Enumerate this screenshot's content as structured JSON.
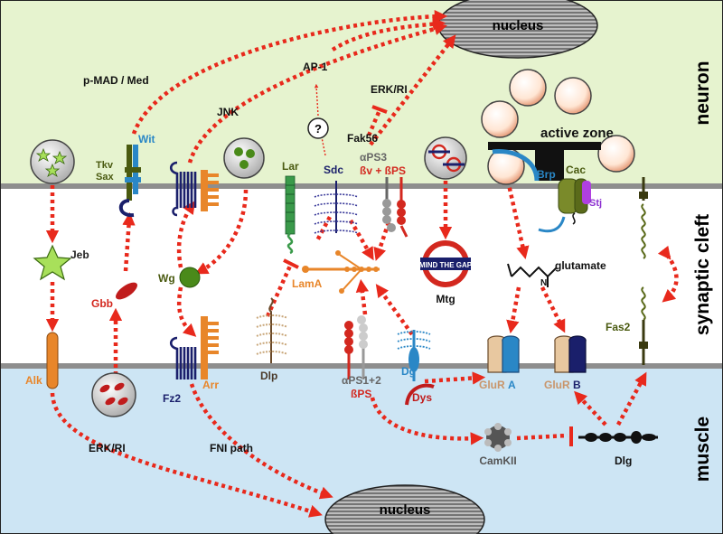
{
  "zones": {
    "neuron": "neuron",
    "cleft": "synaptic cleft",
    "muscle": "muscle"
  },
  "nucleus_top": "nucleus",
  "nucleus_bottom": "nucleus",
  "pathways": {
    "pmad": "p-MAD / Med",
    "jnk": "JNK",
    "ap1": "AP-1",
    "unknown": "?",
    "erk_top": "ERK/RI",
    "fak56": "Fak56",
    "erk_bottom": "ERK/RI",
    "fni": "FNI path"
  },
  "molecules": {
    "wit": "Wit",
    "tkv": "Tkv",
    "sax": "Sax",
    "jeb": "Jeb",
    "gbb": "Gbb",
    "alk": "Alk",
    "wg": "Wg",
    "fz2": "Fz2",
    "arr": "Arr",
    "lar": "Lar",
    "sdc": "Sdc",
    "lama": "LamA",
    "dlp": "Dlp",
    "aps3": "αPS3",
    "bv_bps": "ßv + ßPS",
    "aps12": "αPS1+2",
    "bps": "ßPS",
    "dg": "Dg",
    "dys": "Dys",
    "mtg": "Mtg",
    "mind_gap": "MIND THE GAP",
    "active_zone": "active zone",
    "brp": "Brp",
    "cac": "Cac",
    "stj": "Stj",
    "glutamate": "glutamate",
    "glura_prefix": "GluR",
    "glura_suffix": "A",
    "glurb_prefix": "GluR",
    "glurb_suffix": "B",
    "camkii": "CamKII",
    "dlg": "Dlg",
    "fas2": "Fas2"
  },
  "colors": {
    "neuron_bg": "#e6f3cf",
    "cleft_bg": "#ffffff",
    "muscle_bg": "#cde5f4",
    "membrane": "#8e8e8e",
    "arrow": "#e8291c",
    "green_text": "#4a5a10",
    "orange": "#e8862a",
    "navy": "#1a1f6b",
    "blue": "#2a87c6",
    "red": "#d3281f",
    "purple": "#8c2fd0"
  }
}
